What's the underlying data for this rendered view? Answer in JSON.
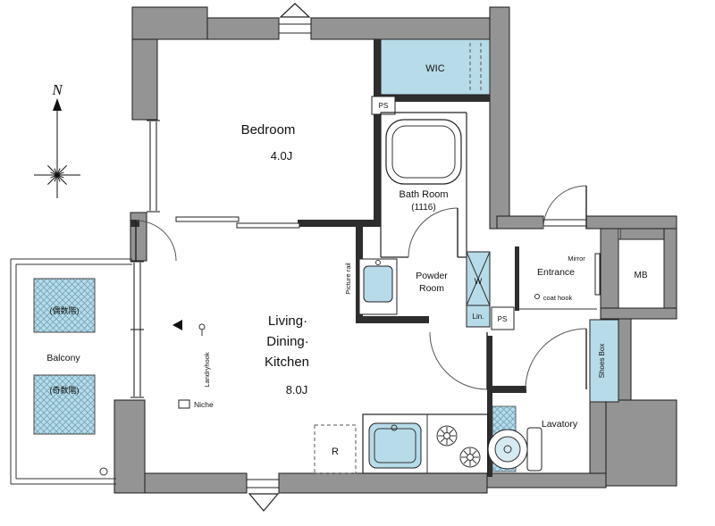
{
  "meta": {
    "title": "Apartment floor plan 1K"
  },
  "colors": {
    "wall_gray": "#949494",
    "highlight_blue": "#b7dbe8",
    "line_black": "#1a1a1a"
  },
  "compass": {
    "north_label": "N"
  },
  "rooms": {
    "bedroom": {
      "name": "Bedroom",
      "size": "4.0J"
    },
    "ldk": {
      "line1": "Living·",
      "line2": "Dining·",
      "line3": "Kitchen",
      "size": "8.0J"
    },
    "wic": {
      "name": "WIC"
    },
    "bathroom": {
      "name": "Bath Room",
      "size": "(1116)"
    },
    "powder_room": {
      "line1": "Powder",
      "line2": "Room"
    },
    "entrance": {
      "name": "Entrance"
    },
    "lavatory": {
      "name": "Lavatory"
    },
    "balcony": {
      "name": "Balcony"
    },
    "shoes_box": {
      "name": "Shoes Box"
    },
    "meter_box": {
      "name": "MB"
    }
  },
  "fixtures": {
    "washer": "W",
    "linen": "Lin.",
    "pipe_space_top": "PS",
    "pipe_space_mid": "PS",
    "refrigerator": "R",
    "niche": "Niche",
    "laundry_hook": "Landryhook",
    "picture_rail": "Picture rail",
    "mirror": "Mirror",
    "coat_hook": "coat hook"
  },
  "balcony_notes": {
    "even_floors": "(偶数階)",
    "odd_floors": "(奇数階)"
  }
}
